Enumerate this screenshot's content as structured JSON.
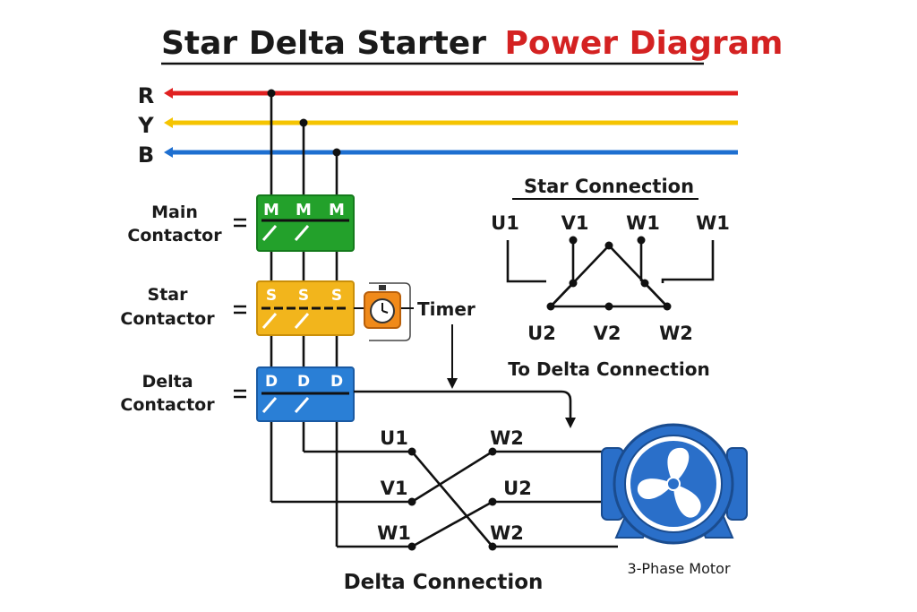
{
  "title": {
    "part1": "Star Delta Starter",
    "part2": "Power Diagram"
  },
  "phases": [
    {
      "label": "R",
      "color": "#e02020"
    },
    {
      "label": "Y",
      "color": "#f5c400"
    },
    {
      "label": "B",
      "color": "#1e6fd0"
    }
  ],
  "contactors": [
    {
      "line1": "Main",
      "line2": "Contactor",
      "letter": "M",
      "color": "#23a12b"
    },
    {
      "line1": "Star",
      "line2": "Contactor",
      "letter": "S",
      "color": "#f2b51c"
    },
    {
      "line1": "Delta",
      "line2": "Contactor",
      "letter": "D",
      "color": "#2a7fd6"
    }
  ],
  "timer_label": "Timer",
  "star": {
    "title": "Star Connection",
    "top_terminals": [
      "U1",
      "V1",
      "W1",
      "W1"
    ],
    "bottom_terminals": [
      "U2",
      "V2",
      "W2"
    ]
  },
  "to_delta_label": "To Delta Connection",
  "delta": {
    "title": "Delta Connection",
    "left_terminals": [
      "U1",
      "V1",
      "W1"
    ],
    "right_terminals": [
      "W2",
      "U2",
      "W2"
    ]
  },
  "motor_label": "3-Phase Motor",
  "colors": {
    "title_accent": "#d42222",
    "motor_blue": "#2a6fc9",
    "timer_orange": "#f08a1a"
  }
}
